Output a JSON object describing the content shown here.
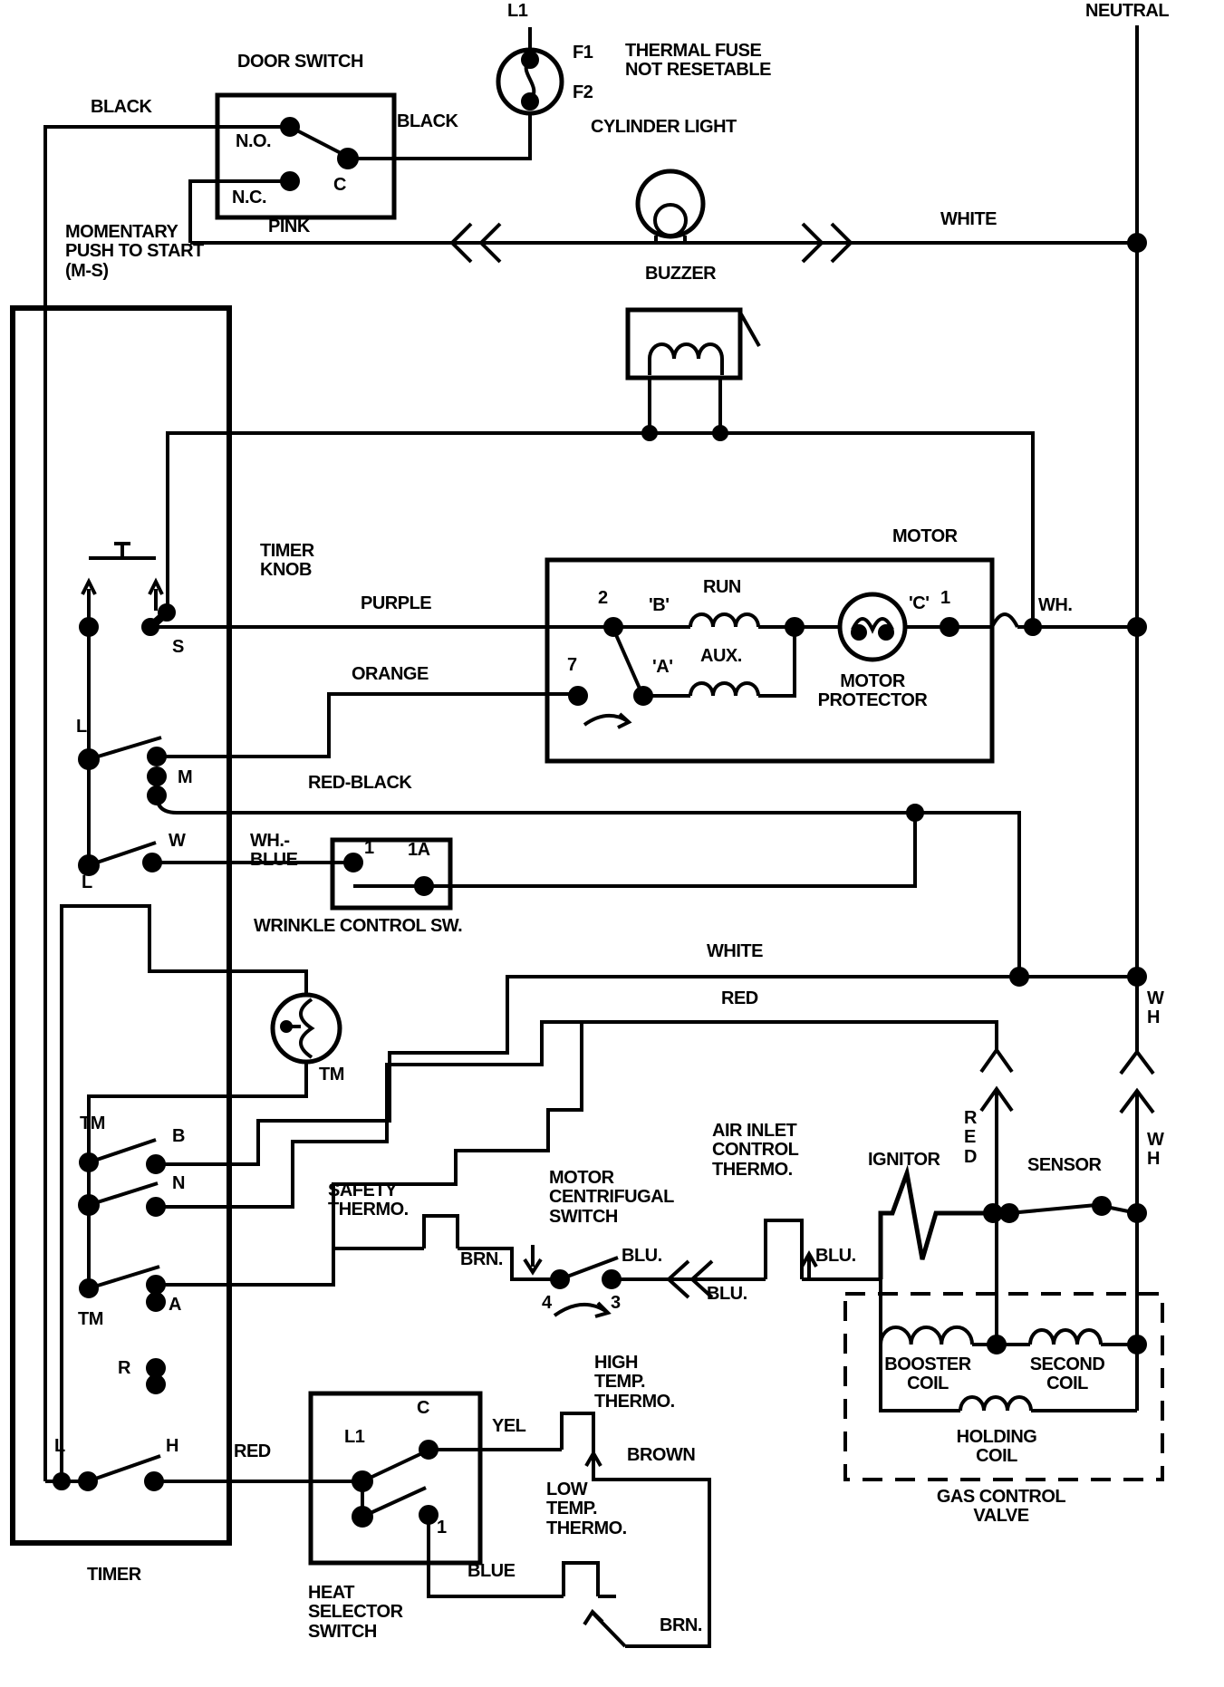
{
  "diagram": {
    "power": {
      "l1": "L1",
      "neutral": "NEUTRAL"
    },
    "fuse": {
      "label": "THERMAL FUSE\nNOT RESETABLE",
      "f1": "F1",
      "f2": "F2"
    },
    "door_switch": {
      "title": "DOOR SWITCH",
      "no": "N.O.",
      "nc": "N.C.",
      "common": "C"
    },
    "cylinder_light": {
      "label": "CYLINDER LIGHT"
    },
    "buzzer": {
      "label": "BUZZER"
    },
    "momentary": {
      "label": "MOMENTARY\nPUSH TO START\n(M-S)"
    },
    "timer": {
      "title": "TIMER",
      "knob": "TIMER\nKNOB",
      "s": "S",
      "l_cam1": "L",
      "m": "M",
      "l_cam2": "L",
      "w": "W",
      "tm_motor": "TM",
      "tm1": "TM",
      "b": "B",
      "n": "N",
      "tm2": "TM",
      "a": "A",
      "r": "R",
      "l_line": "L",
      "h_line": "H"
    },
    "motor": {
      "title": "MOTOR",
      "t2": "2",
      "t7": "7",
      "b": "'B'",
      "run": "RUN",
      "a": "'A'",
      "aux": "AUX.",
      "c": "'C'",
      "t1": "1",
      "protector": "MOTOR\nPROTECTOR"
    },
    "wrinkle": {
      "t1": "1",
      "t1a": "1A",
      "label": "WRINKLE CONTROL SW."
    },
    "ignition": {
      "air_inlet": "AIR INLET\nCONTROL\nTHERMO.",
      "ignitor": "IGNITOR",
      "sensor": "SENSOR",
      "safety": "SAFETY\nTHERMO.",
      "centrifugal": "MOTOR\nCENTRIFUGAL\nSWITCH",
      "t4": "4",
      "t3": "3"
    },
    "gas_valve": {
      "booster": "BOOSTER\nCOIL",
      "second": "SECOND\nCOIL",
      "holding": "HOLDING\nCOIL",
      "label": "GAS CONTROL\nVALVE"
    },
    "heat": {
      "selector": "HEAT\nSELECTOR\nSWITCH",
      "l1": "L1",
      "c": "C",
      "t1": "1",
      "high": "HIGH\nTEMP.\nTHERMO.",
      "low": "LOW\nTEMP.\nTHERMO."
    },
    "wires": {
      "black1": "BLACK",
      "black2": "BLACK",
      "pink": "PINK",
      "white_top": "WHITE",
      "purple": "PURPLE",
      "orange": "ORANGE",
      "red_black": "RED-BLACK",
      "wh_blue": "WH.-\nBLUE",
      "white": "WHITE",
      "red": "RED",
      "wh_motor": "WH.",
      "red_v": "R\nE\nD",
      "wh_v1": "W\nH",
      "wh_v2": "W\nH",
      "brn1": "BRN.",
      "blu1": "BLU.",
      "blu2": "BLU.",
      "blu3": "BLU.",
      "yel": "YEL",
      "brown": "BROWN",
      "blue": "BLUE",
      "brn2": "BRN.",
      "red2": "RED"
    }
  },
  "colors": {
    "ink": "#000000",
    "paper": "#ffffff"
  }
}
